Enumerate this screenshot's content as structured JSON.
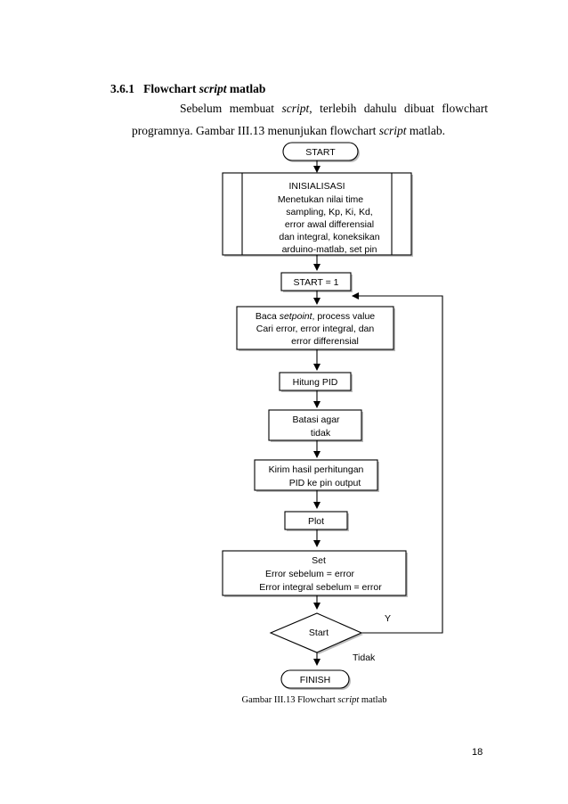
{
  "section": {
    "number": "3.6.1",
    "title_a": "Flowchart ",
    "title_italic": "script",
    "title_b": " matlab"
  },
  "paragraph": {
    "line1_a": "Sebelum membuat ",
    "line1_italic": "script",
    "line1_b": ", terlebih dahulu dibuat flowchart",
    "line2_a": "programnya. Gambar III.13 menunjukan flowchart ",
    "line2_italic": "script",
    "line2_b": " matlab."
  },
  "flowchart": {
    "start": "START",
    "init_title": "INISIALISASI",
    "init_lines": [
      "Menetukan nilai time",
      "sampling, Kp, Ki, Kd,",
      "error awal differensial",
      "dan integral, koneksikan",
      "arduino-matlab, set pin"
    ],
    "start_eq": "START = 1",
    "read_line1_a": "Baca ",
    "read_line1_italic": "setpoint",
    "read_line1_b": ", process value",
    "read_line2": "Cari error, error integral, dan",
    "read_line3": "error differensial",
    "pid": "Hitung PID",
    "limit_lines": [
      "Batasi agar",
      "tidak"
    ],
    "send_lines": [
      "Kirim hasil perhitungan",
      "PID ke pin output"
    ],
    "plot": "Plot",
    "set_lines": [
      "Set",
      "Error sebelum = error",
      "Error integral sebelum = error"
    ],
    "decision": "Start",
    "yes": "Y",
    "no": "Tidak",
    "finish": "FINISH"
  },
  "caption": {
    "a": "Gambar III.13 Flowchart ",
    "italic": "script",
    "b": " matlab"
  },
  "page_number": "18"
}
